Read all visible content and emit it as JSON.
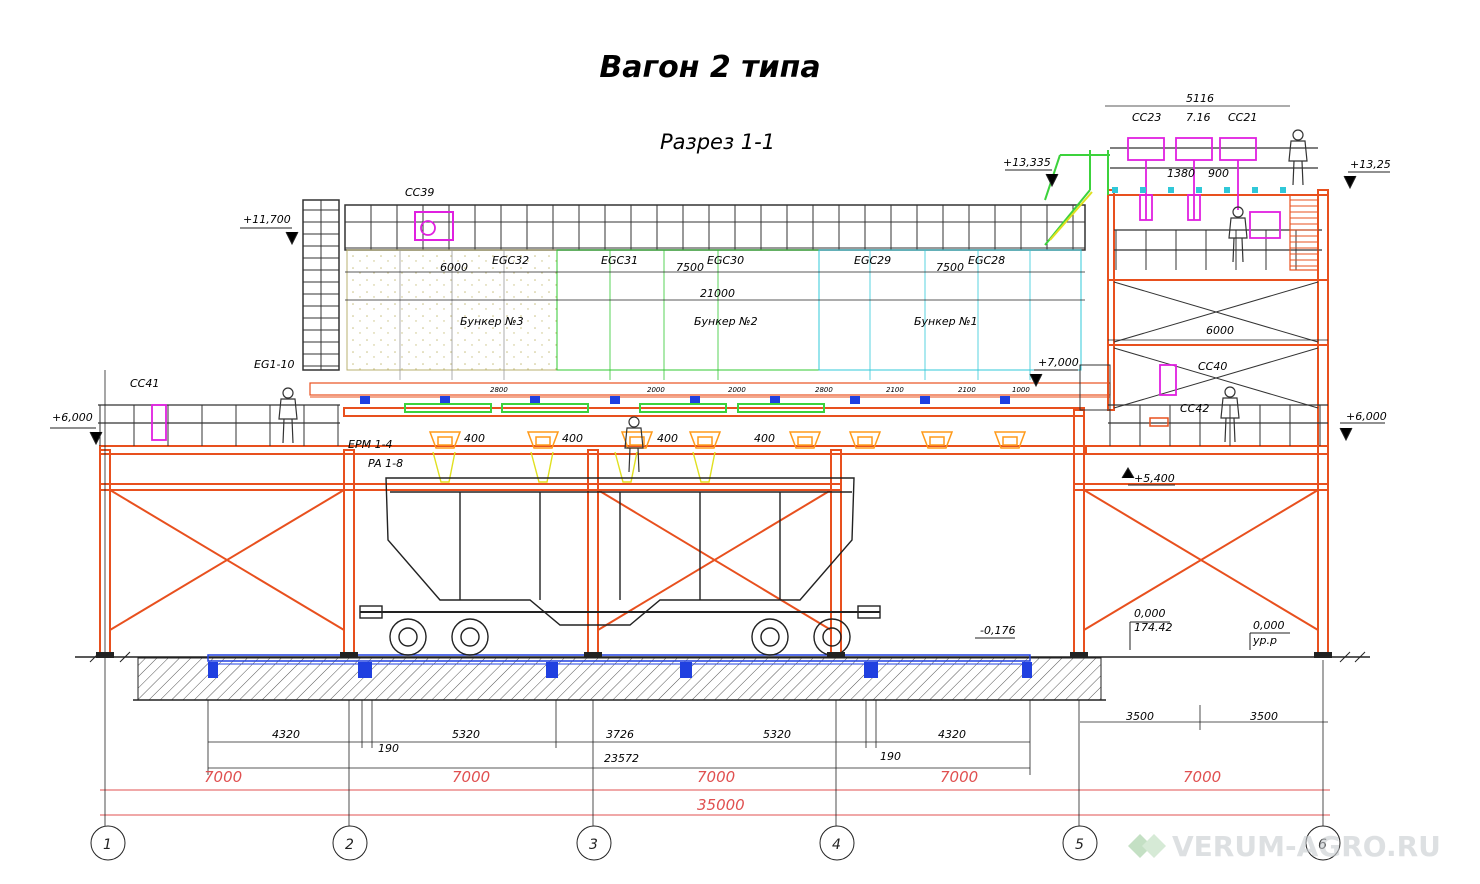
{
  "title": "Вагон 2 типа",
  "subtitle": "Разрез 1-1",
  "levels": {
    "l11700": "+11,700",
    "l13335": "+13,335",
    "l13250": "+13,25",
    "l7000": "+7,000",
    "l6000_left": "+6,000",
    "l6000_right": "+6,000",
    "l5400": "+5,400",
    "l0000": "0,000",
    "l17442": "174.42",
    "l0000_ur": "0,000",
    "ur": "ур.р",
    "lminus": "-0,176"
  },
  "equipment": {
    "cc39": "CC39",
    "cc41": "CC41",
    "cc40": "CC40",
    "cc42": "CC42",
    "cc23": "CC23",
    "c716": "7.16",
    "cc21": "CC21",
    "eg110": "EG1-10",
    "egc32": "EGC32",
    "egc31": "EGC31",
    "egc30": "EGC30",
    "egc29": "EGC29",
    "egc28": "EGC28",
    "bunker3": "Бункер №3",
    "bunker2": "Бункер №2",
    "bunker1": "Бункер №1",
    "epm": "EPM 1-4",
    "pa": "PA 1-8"
  },
  "dimensions": {
    "top_5116": "5116",
    "top_1380": "1380",
    "top_900": "900",
    "d6000_left": "6000",
    "d7500_a": "7500",
    "d7500_b": "7500",
    "d21000": "21000",
    "d6000_right": "6000",
    "d400_a": "400",
    "d400_b": "400",
    "d400_c": "400",
    "d400_d": "400",
    "b4320_a": "4320",
    "b190_a": "190",
    "b5320_a": "5320",
    "b3726": "3726",
    "b5320_b": "5320",
    "b190_b": "190",
    "b4320_b": "4320",
    "b23572": "23572",
    "b3500_a": "3500",
    "b3500_b": "3500",
    "r7000_1": "7000",
    "r7000_2": "7000",
    "r7000_3": "7000",
    "r7000_4": "7000",
    "r7000_5": "7000",
    "r35000": "35000",
    "s2800_a": "2800",
    "s2000_a": "2000",
    "s2000_b": "2000",
    "s2800_b": "2800",
    "s2100": "2100",
    "s2100_b": "2100",
    "s1000": "1000"
  },
  "axes": [
    "1",
    "2",
    "3",
    "4",
    "5",
    "6"
  ],
  "watermark": "VERUM-AGRO.RU",
  "colors": {
    "frame": "#e8501e",
    "structure": "#333333",
    "bunker3": "#b8b070",
    "bunker2": "#30c830",
    "bunker1": "#30c8d8",
    "magenta": "#e020e0",
    "orange": "#ff9a1a",
    "green": "#3cd23c",
    "blue": "#2040e0",
    "yellow": "#e0e020",
    "dimred": "#e05050"
  }
}
